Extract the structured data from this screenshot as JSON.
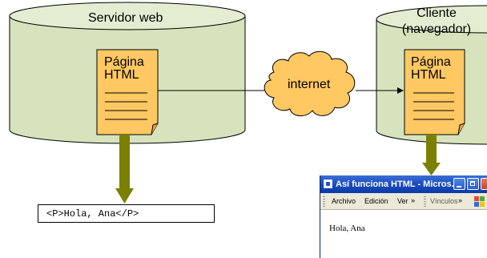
{
  "diagram": {
    "server": {
      "label": "Servidor web"
    },
    "client": {
      "label_line1": "Cliente",
      "label_line2": "(navegador)"
    },
    "server_page": {
      "line1": "Página",
      "line2": "HTML"
    },
    "client_page": {
      "line1": "Página",
      "line2": "HTML"
    },
    "cloud": {
      "label": "internet"
    },
    "code_box": {
      "text": "<P>Hola, Ana</P>"
    }
  },
  "browser": {
    "title": "Así funciona HTML - Micros...",
    "menu": {
      "archivo": "Archivo",
      "edicion": "Edición",
      "ver": "Ver",
      "chevron": "»",
      "vinculos": "Vínculos",
      "chevron2": "»"
    },
    "content_text": "Hola, Ana"
  },
  "colors": {
    "cylinder_fill": "#d6e3bc",
    "cylinder_top": "#e4edd2",
    "page_fill": "#ffc862",
    "arrow_olive": "#7a8000",
    "titlebar_blue": "#1d4fc0"
  }
}
